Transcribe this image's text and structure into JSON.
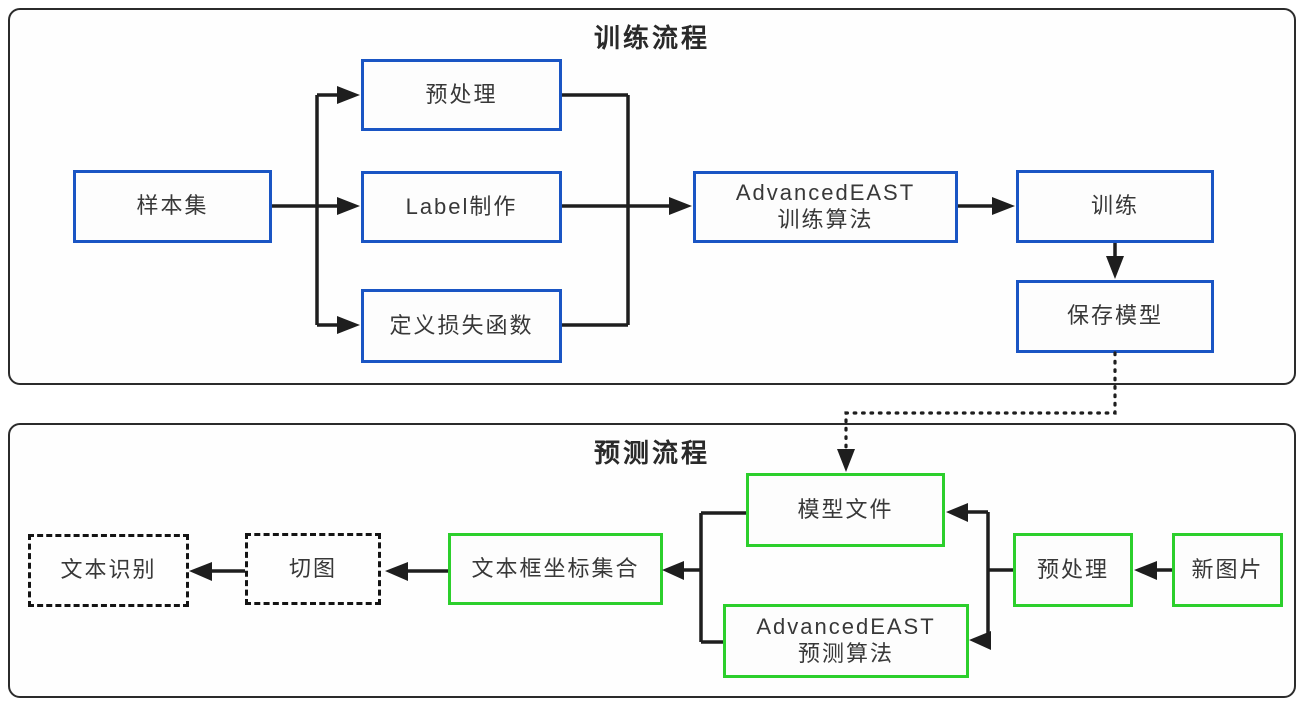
{
  "training": {
    "title": "训练流程",
    "nodes": {
      "sample_set": "样本集",
      "preprocess": "预处理",
      "label_making": "Label制作",
      "loss_function": "定义损失函数",
      "algo_name": "AdvancedEAST",
      "algo_sub": "训练算法",
      "train": "训练",
      "save_model": "保存模型"
    }
  },
  "prediction": {
    "title": "预测流程",
    "nodes": {
      "text_recognition": "文本识别",
      "crop": "切图",
      "textbox_coords": "文本框坐标集合",
      "model_file": "模型文件",
      "algo_name": "AdvancedEAST",
      "algo_sub": "预测算法",
      "preprocess": "预处理",
      "new_image": "新图片"
    }
  },
  "colors": {
    "training_box_border": "#1a55c4",
    "prediction_box_border": "#2ccf2c",
    "dashed_box_border": "#141414",
    "connector": "#1e1e1e"
  }
}
